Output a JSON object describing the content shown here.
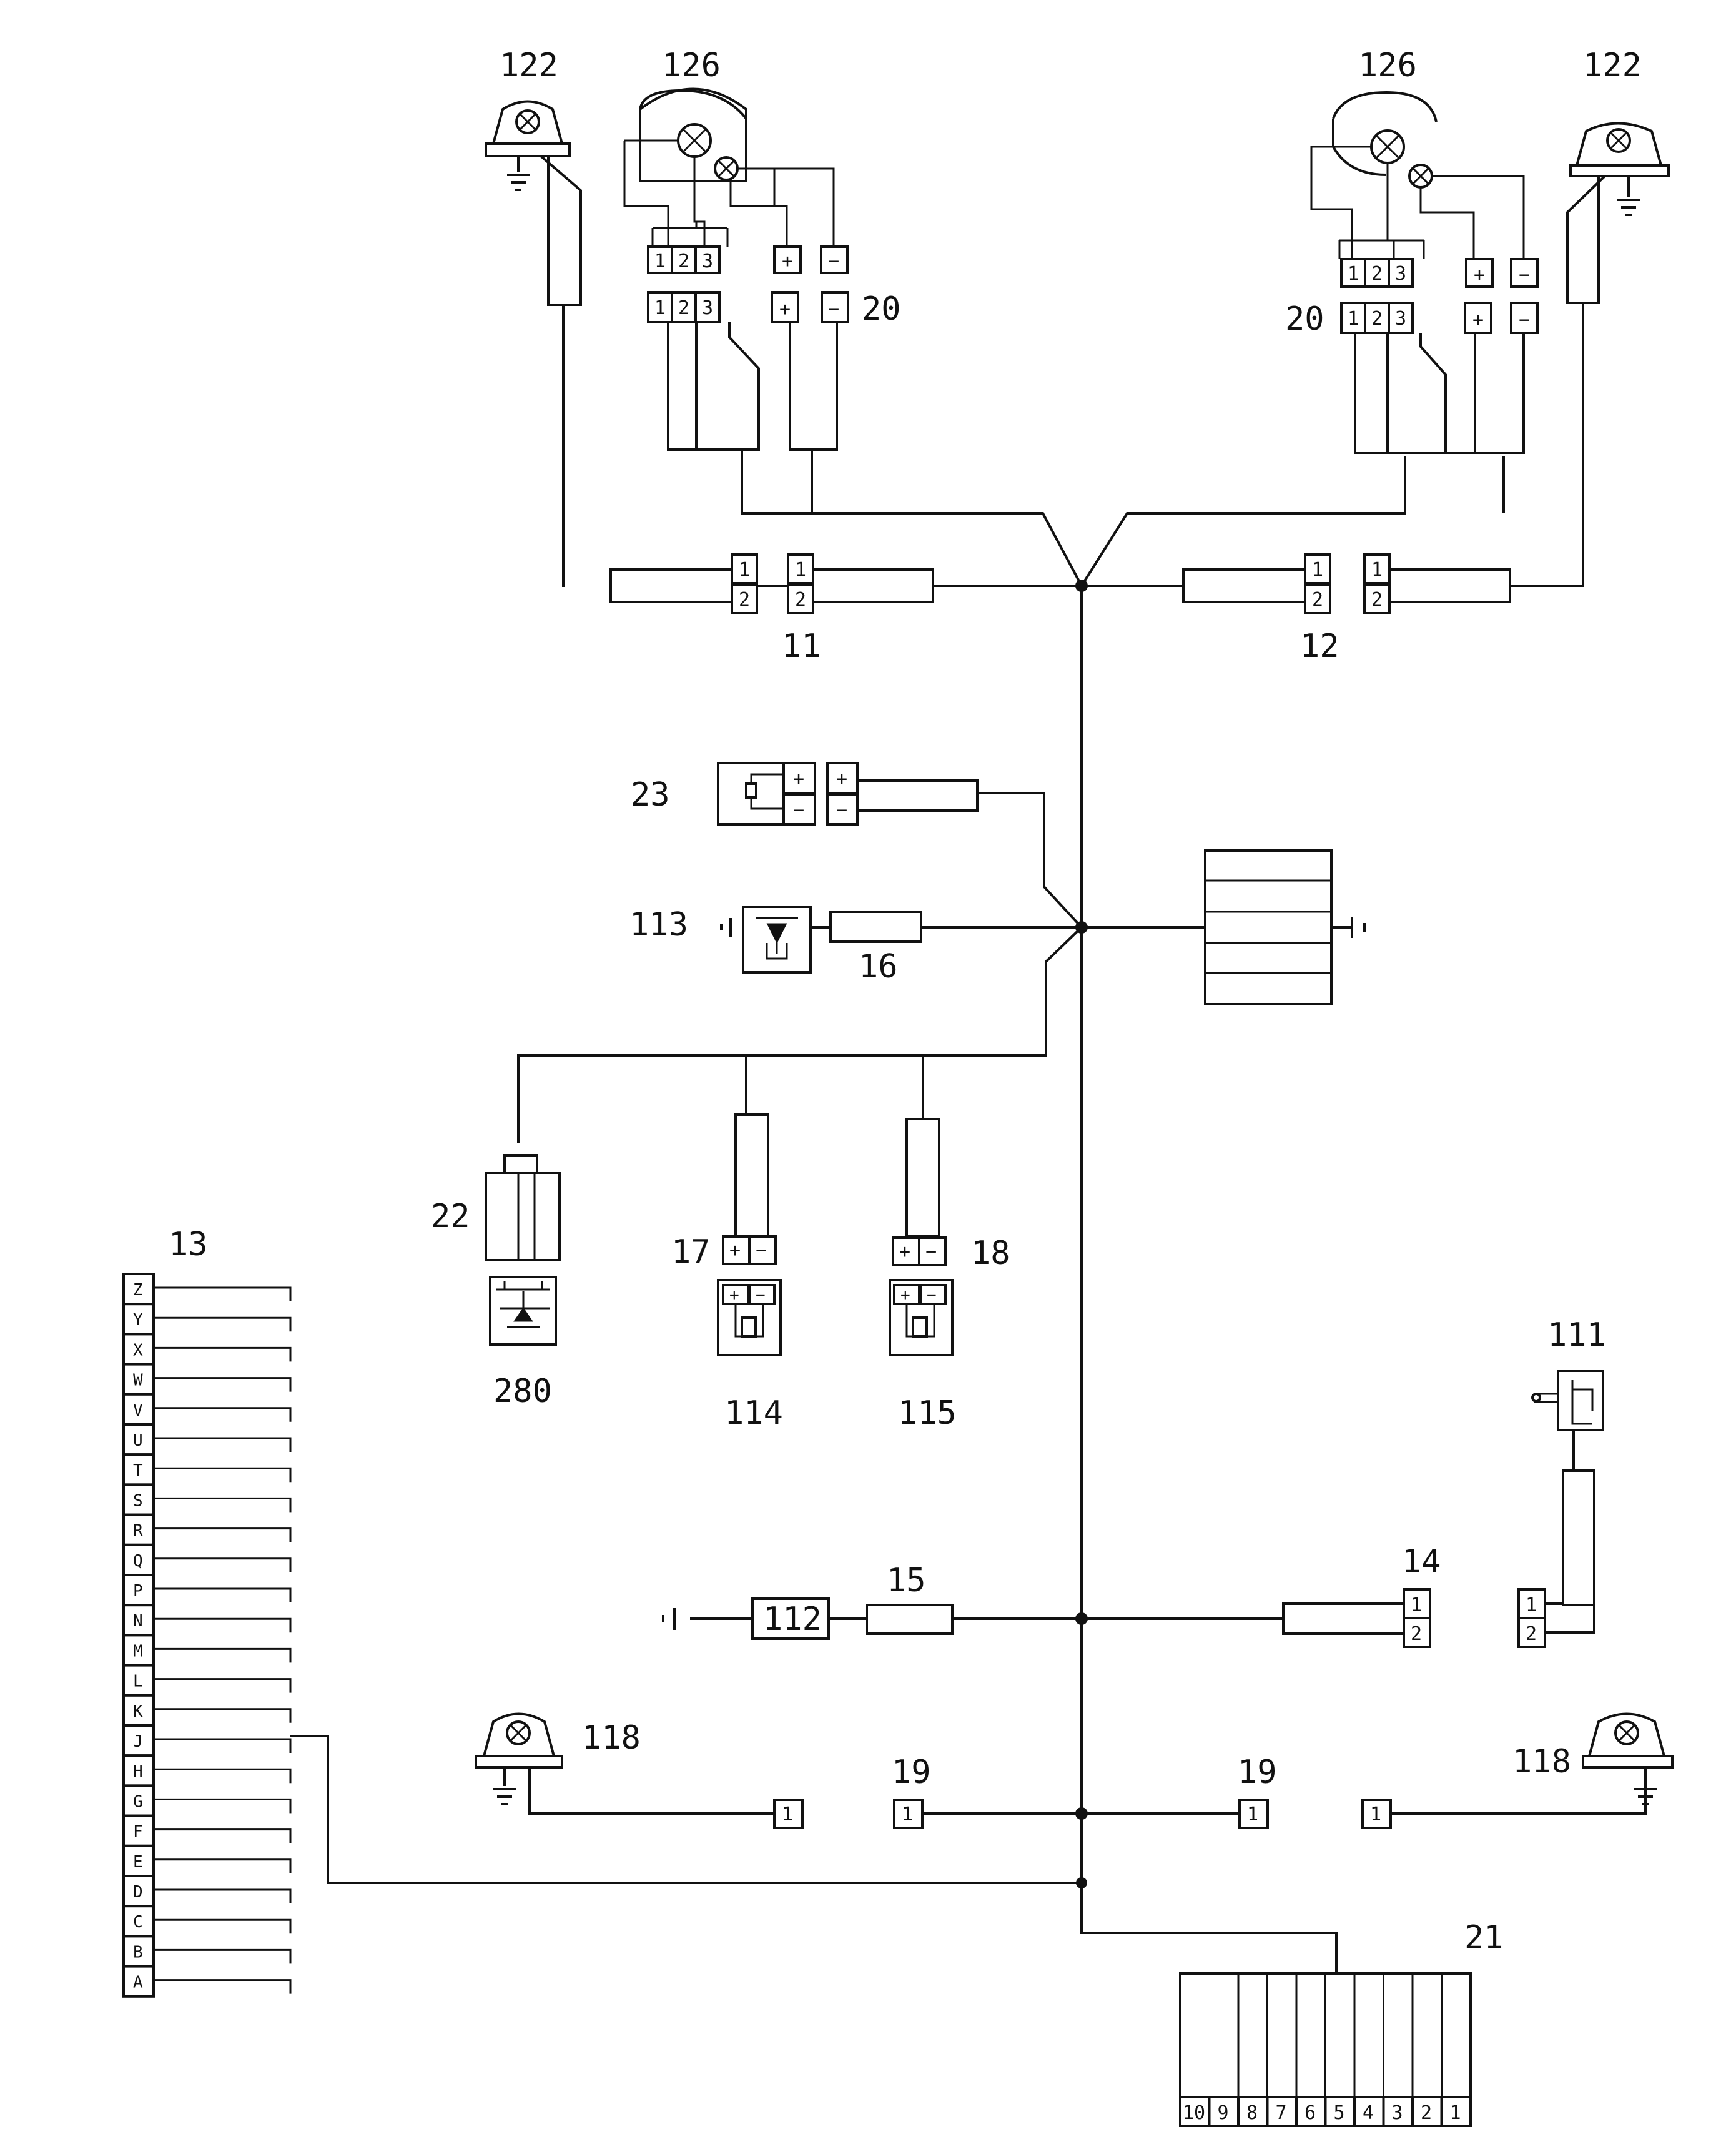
{
  "labels": {
    "lamp_left": "122",
    "headlamp_left": "126",
    "headlamp_right": "126",
    "lamp_right": "122",
    "conn20_left": "20",
    "conn20_right": "20",
    "conn11": "11",
    "conn12": "12",
    "comp23": "23",
    "comp113": "113",
    "conn16": "16",
    "conn22": "22",
    "comp280": "280",
    "conn17": "17",
    "conn18": "18",
    "comp114": "114",
    "comp115": "115",
    "conn13": "13",
    "comp111": "111",
    "conn14": "14",
    "conn15": "15",
    "comp112": "112",
    "lamp118_left": "118",
    "lamp118_right": "118",
    "conn19_left": "19",
    "conn19_right": "19",
    "conn21": "21"
  },
  "pins": {
    "p1": "1",
    "p2": "2",
    "p3": "3",
    "p4": "4",
    "p5": "5",
    "p6": "6",
    "p7": "7",
    "p8": "8",
    "p9": "9",
    "p10": "10",
    "plus": "+",
    "minus": "−"
  },
  "connector13_pins": [
    "Z",
    "Y",
    "X",
    "W",
    "V",
    "U",
    "T",
    "S",
    "R",
    "Q",
    "P",
    "N",
    "M",
    "L",
    "K",
    "J",
    "H",
    "G",
    "F",
    "E",
    "D",
    "C",
    "B",
    "A"
  ],
  "connector21_pins": [
    "10",
    "9",
    "8",
    "7",
    "6",
    "5",
    "4",
    "3",
    "2",
    "1"
  ]
}
